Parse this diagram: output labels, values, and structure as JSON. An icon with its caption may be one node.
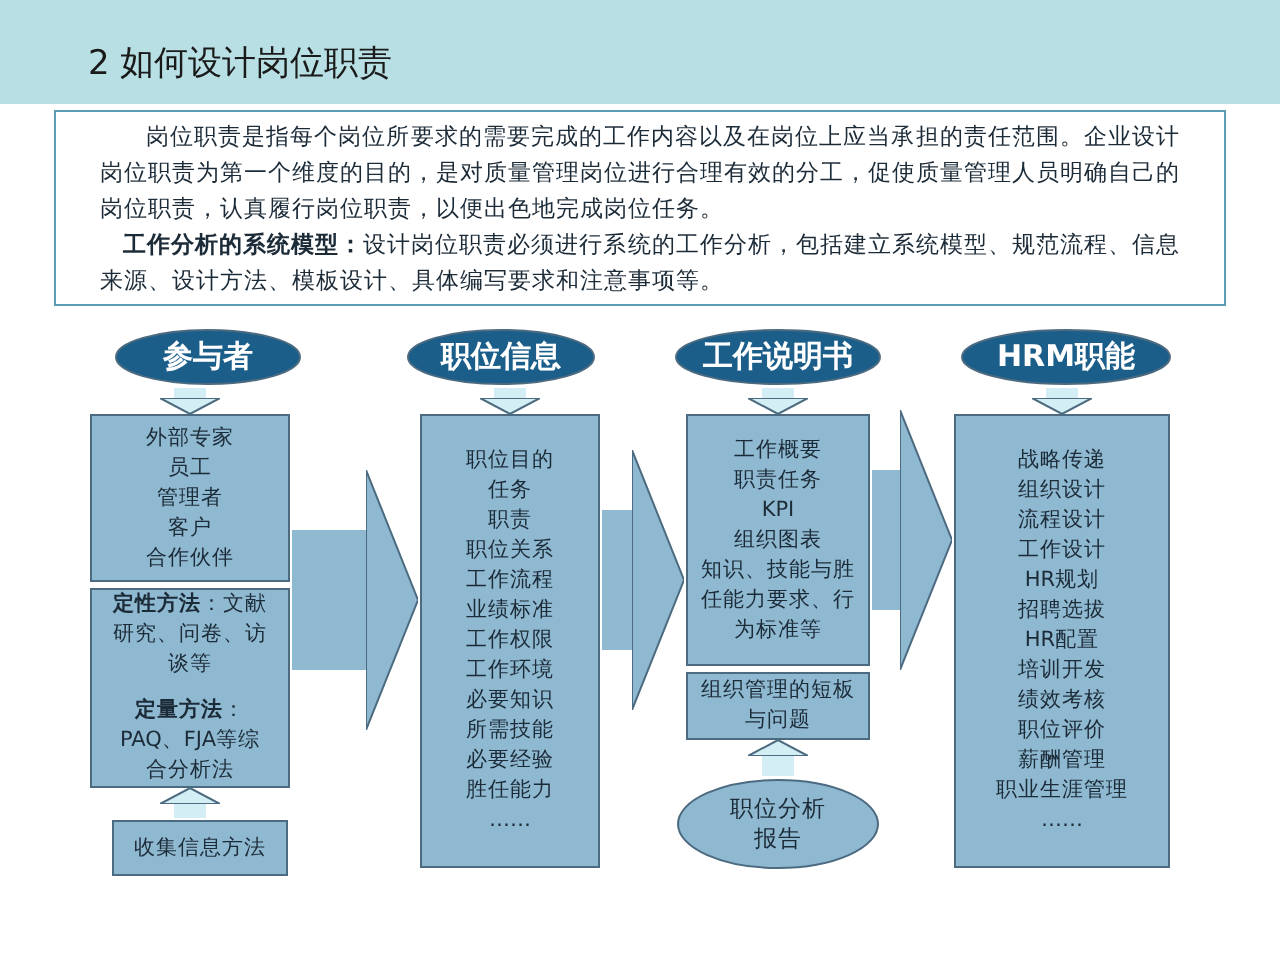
{
  "diagram": {
    "title": "2 如何设计岗位职责",
    "nodes": [
      {
        "text": [
          "岗位职责是指每个岗位所要求的需要完成的工作内容以及在岗位上应当承担的责任范围。企业设计岗位职责为第一个维度的目的，是对质量管理岗位进行合理有效的分工，促使质量管理人员明确自己的岗位职责，认真履行岗位职责，以便出色地完成岗位任务。",
          "**工作分析的系统模型：**设计岗位职责必须进行系统的工作分析，包括建立系统模型、规范流程、信息来源、设计方法、模板设计、具体编写要求和注意事项等。"
        ]
      },
      {
        "text": [
          "参与者"
        ]
      },
      {
        "text": [
          "外部专家",
          "员工",
          "管理者",
          "客户",
          "合作伙伴"
        ]
      },
      {
        "text": [
          "**定性方法**：文献研究、问卷、访谈等",
          "**定量方法**：PAQ、FJA等综合分析法"
        ]
      },
      {
        "text": [
          "收集信息方法"
        ]
      },
      {
        "text": [
          "职位信息"
        ]
      },
      {
        "text": [
          "职位目的",
          "任务",
          "职责",
          "职位关系",
          "工作流程",
          "业绩标准",
          "工作权限",
          "工作环境",
          "必要知识",
          "所需技能",
          "必要经验",
          "胜任能力",
          "……"
        ]
      },
      {
        "text": [
          "工作说明书"
        ]
      },
      {
        "text": [
          "工作概要",
          "职责任务",
          "KPI",
          "组织图表",
          "知识、技能与胜任能力要求、行为标准等"
        ]
      },
      {
        "text": [
          "组织管理的短板与问题"
        ]
      },
      {
        "text": [
          "职位分析报告"
        ]
      },
      {
        "text": [
          "HRM职能"
        ]
      },
      {
        "text": [
          "战略传递",
          "组织设计",
          "流程设计",
          "工作设计",
          "HR规划",
          "招聘选拔",
          "HR配置",
          "培训开发",
          "绩效考核",
          "职位评价",
          "薪酬管理",
          "职业生涯管理",
          "……"
        ]
      }
    ],
    "edges": [
      {
        "from": 1,
        "to": 2,
        "arrow": "to"
      },
      {
        "from": 4,
        "to": 3,
        "arrow": "to"
      },
      {
        "from": 5,
        "to": 6,
        "arrow": "to"
      },
      {
        "from": 7,
        "to": 8,
        "arrow": "to"
      },
      {
        "from": 10,
        "to": 9,
        "arrow": "to"
      },
      {
        "from": 11,
        "to": 12,
        "arrow": "to"
      },
      {
        "from": 2,
        "to": 6,
        "arrow": "to",
        "style": "thick"
      },
      {
        "from": 6,
        "to": 8,
        "arrow": "to",
        "style": "thick"
      },
      {
        "from": 8,
        "to": 12,
        "arrow": "to",
        "style": "thick"
      }
    ]
  }
}
